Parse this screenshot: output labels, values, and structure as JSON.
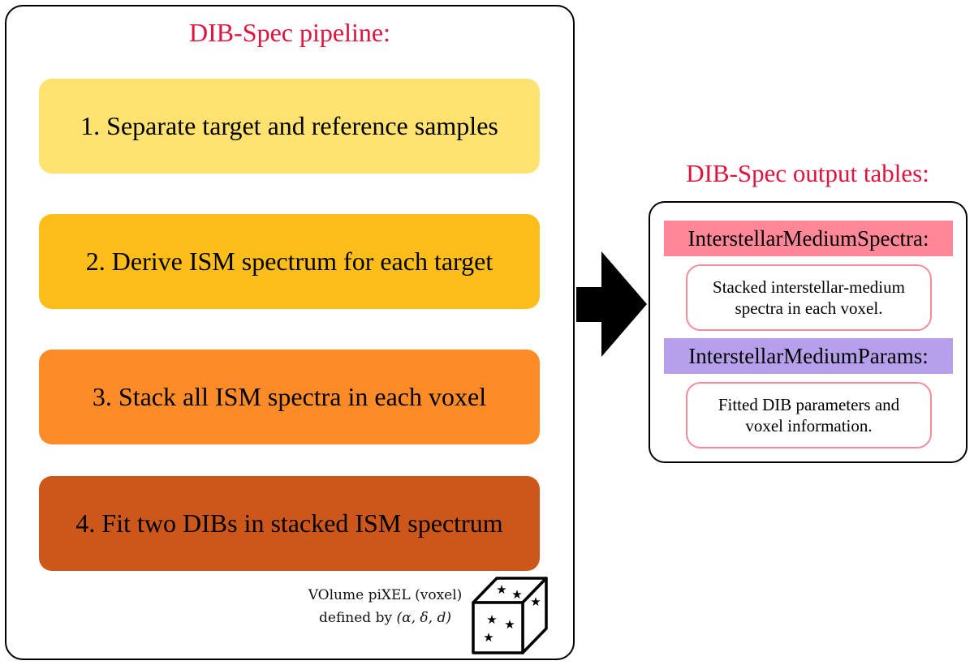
{
  "colors": {
    "title_red": "#E0123E",
    "step_1": "#FFE270",
    "step_2": "#FDBE1A",
    "step_3": "#FC8B28",
    "step_4": "#CD571B",
    "spectra_header": "#FF8797",
    "params_header": "#B7A0EB",
    "desc_border": "#F58A9B"
  },
  "pipeline": {
    "title": "DIB-Spec pipeline:",
    "steps": [
      {
        "label": "1. Separate target and reference samples"
      },
      {
        "label": "2. Derive ISM spectrum for each target"
      },
      {
        "label": "3. Stack all ISM spectra in each voxel"
      },
      {
        "label": "4. Fit two DIBs in stacked ISM spectrum"
      }
    ],
    "voxel_caption": {
      "line1": "VOlume piXEL (voxel)",
      "line2_prefix": "defined by ",
      "line2_math": "(α, δ, d)"
    },
    "voxel_icon": "cube-with-stars-icon"
  },
  "connector": {
    "icon": "right-arrow-icon"
  },
  "output": {
    "title": "DIB-Spec output tables:",
    "tables": [
      {
        "name": "InterstellarMediumSpectra:",
        "description_lines": [
          "Stacked interstellar-medium",
          "spectra in each voxel."
        ]
      },
      {
        "name": "InterstellarMediumParams:",
        "description_lines": [
          "Fitted DIB parameters and",
          "voxel information."
        ]
      }
    ]
  }
}
